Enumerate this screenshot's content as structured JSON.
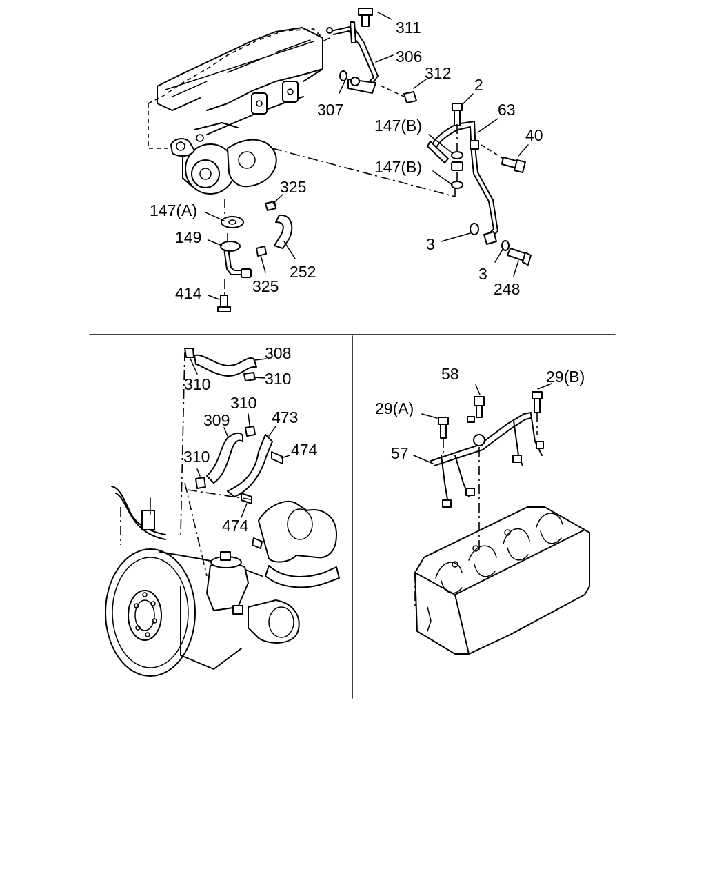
{
  "callouts": {
    "c311": "311",
    "c306": "306",
    "c312": "312",
    "c307": "307",
    "c2": "2",
    "c63": "63",
    "c147b_1": "147(B)",
    "c40": "40",
    "c147b_2": "147(B)",
    "c325_top": "325",
    "c147a": "147(A)",
    "c149": "149",
    "c252": "252",
    "c325_bot": "325",
    "c414": "414",
    "c3_left": "3",
    "c3_right": "3",
    "c248": "248",
    "c308": "308",
    "c310_a": "310",
    "c310_b": "310",
    "c310_c": "310",
    "c309": "309",
    "c473": "473",
    "c474_a": "474",
    "c310_d": "310",
    "c474_b": "474",
    "c58": "58",
    "c29b": "29(B)",
    "c29a": "29(A)",
    "c57": "57"
  }
}
